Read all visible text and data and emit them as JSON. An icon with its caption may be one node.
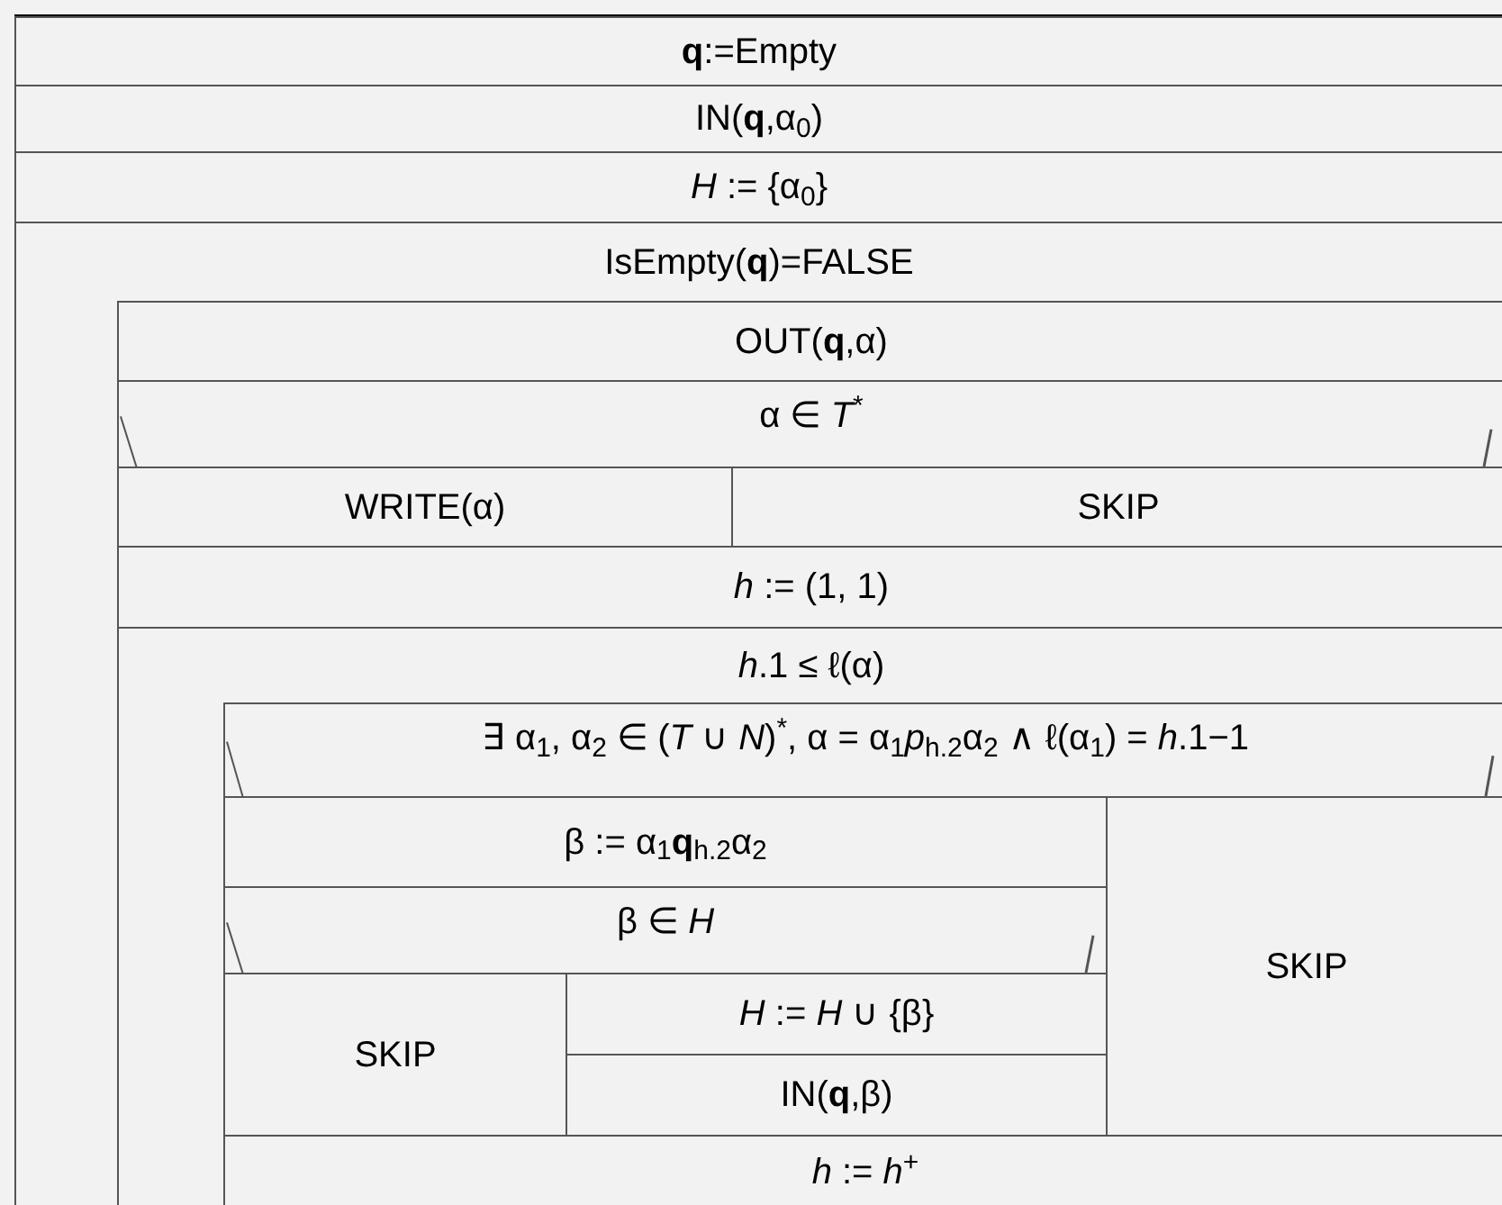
{
  "diagram": {
    "nodes": [
      {
        "text": [
          "**q**:=Empty"
        ]
      },
      {
        "text": [
          "IN(**q**,α$_{0}$)"
        ]
      },
      {
        "text": [
          "*H* := {α$_{0}$}"
        ]
      },
      {
        "text": [
          "IsEmpty(**q**)=FALSE"
        ]
      },
      {
        "text": [
          "OUT(**q**,α)"
        ],
        "in": 3
      },
      {
        "text": [
          "α ∈ *T*$^{*}$"
        ],
        "in": 3
      },
      {
        "text": [
          "WRITE(α)"
        ],
        "in": 3
      },
      {
        "text": [
          "SKIP"
        ],
        "in": 3
      },
      {
        "text": [
          "*h* := (1, 1)"
        ],
        "in": 3
      },
      {
        "text": [
          "*h*.1 ≤ ℓ(α)"
        ],
        "in": 3
      },
      {
        "text": [
          "∃ α$_{1}$, α$_{2}$ ∈ (*T* ∪ *N*)$^{*}$, α = α$_{1}$*p*$_{h.2}$α$_{2}$ ∧ ℓ(α$_{1}$) = *h*.1−1"
        ],
        "in": 9
      },
      {
        "text": [
          "β := α$_{1}$**q**$_{h.2}$α$_{2}$"
        ],
        "in": 9
      },
      {
        "text": [
          "β ∈ *H*"
        ],
        "in": 9
      },
      {
        "text": [
          "SKIP"
        ],
        "in": 9
      },
      {
        "text": [
          "*H* := *H* ∪ {β}"
        ],
        "in": 9
      },
      {
        "text": [
          "IN(**q**,β)"
        ],
        "in": 9
      },
      {
        "text": [
          "SKIP"
        ],
        "in": 9
      },
      {
        "text": [
          "*h* := *h*$^{+}$"
        ],
        "in": 9
      }
    ]
  }
}
